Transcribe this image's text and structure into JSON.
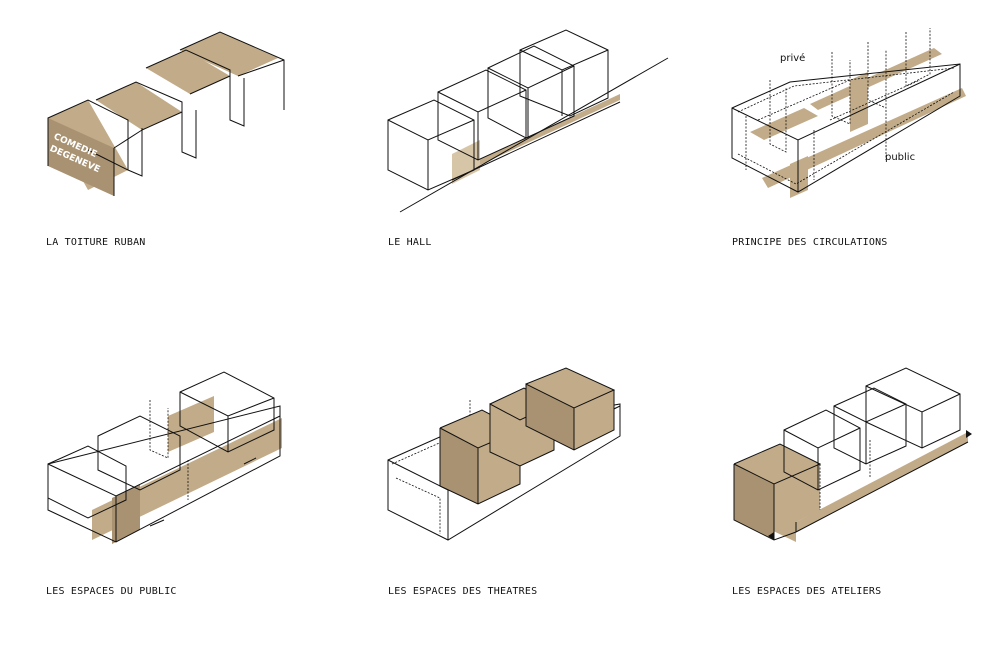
{
  "panels": [
    {
      "caption": "LA TOITURE RUBAN",
      "sign_lines": [
        "COMEDIE",
        "DEGENEVE"
      ]
    },
    {
      "caption": "LE HALL"
    },
    {
      "caption": "PRINCIPE DES CIRCULATIONS",
      "label_prive": "privé",
      "label_public": "public"
    },
    {
      "caption": "LES ESPACES DU PUBLIC"
    },
    {
      "caption": "LES ESPACES DES THEATRES"
    },
    {
      "caption": "LES ESPACES DES ATELIERS"
    }
  ],
  "colors": {
    "accent_tan": "#c2ab88",
    "line": "#111111",
    "background": "#ffffff"
  }
}
